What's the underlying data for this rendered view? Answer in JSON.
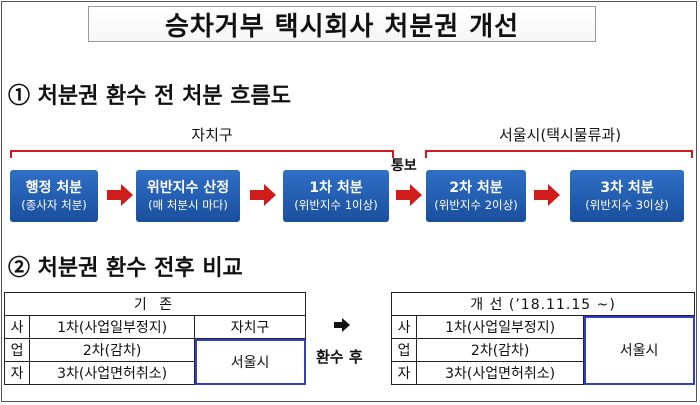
{
  "title": "승차거부 택시회사 처분권 개선",
  "section1": {
    "title": "① 처분권 환수 전 처분 흐름도"
  },
  "flow": {
    "group_left": "자치구",
    "group_right": "서울시(택시물류과)",
    "handoff_label": "통보",
    "accent_color": "#d11c1c",
    "box_color": "#1f5aad",
    "steps": [
      {
        "main": "행정 처분",
        "sub": "(종사자 처분)"
      },
      {
        "main": "위반지수 산정",
        "sub": "(매 처분시 마다)"
      },
      {
        "main": "1차 처분",
        "sub": "(위반지수 1이상)"
      },
      {
        "main": "2차 처분",
        "sub": "(위반지수 2이상)"
      },
      {
        "main": "3차 처분",
        "sub": "(위반지수 3이상)"
      }
    ]
  },
  "section2": {
    "title": "② 처분권 환수 전후 비교"
  },
  "before_table": {
    "header": "기 존",
    "side_chars": [
      "사",
      "업",
      "자"
    ],
    "rows": [
      "1차(사업일부정지)",
      "2차(감차)",
      "3차(사업면허취소)"
    ],
    "auth_top": "자치구",
    "auth_bottom": "서울시"
  },
  "transition": {
    "label": "환수 후",
    "icon": "right-arrow-icon"
  },
  "after_table": {
    "header": "개    선 (’18.11.15 ~)",
    "side_chars": [
      "사",
      "업",
      "자"
    ],
    "rows": [
      "1차(사업일부정지)",
      "2차(감차)",
      "3차(사업면허취소)"
    ],
    "auth": "서울시",
    "highlight_color": "#2e3fd0"
  }
}
